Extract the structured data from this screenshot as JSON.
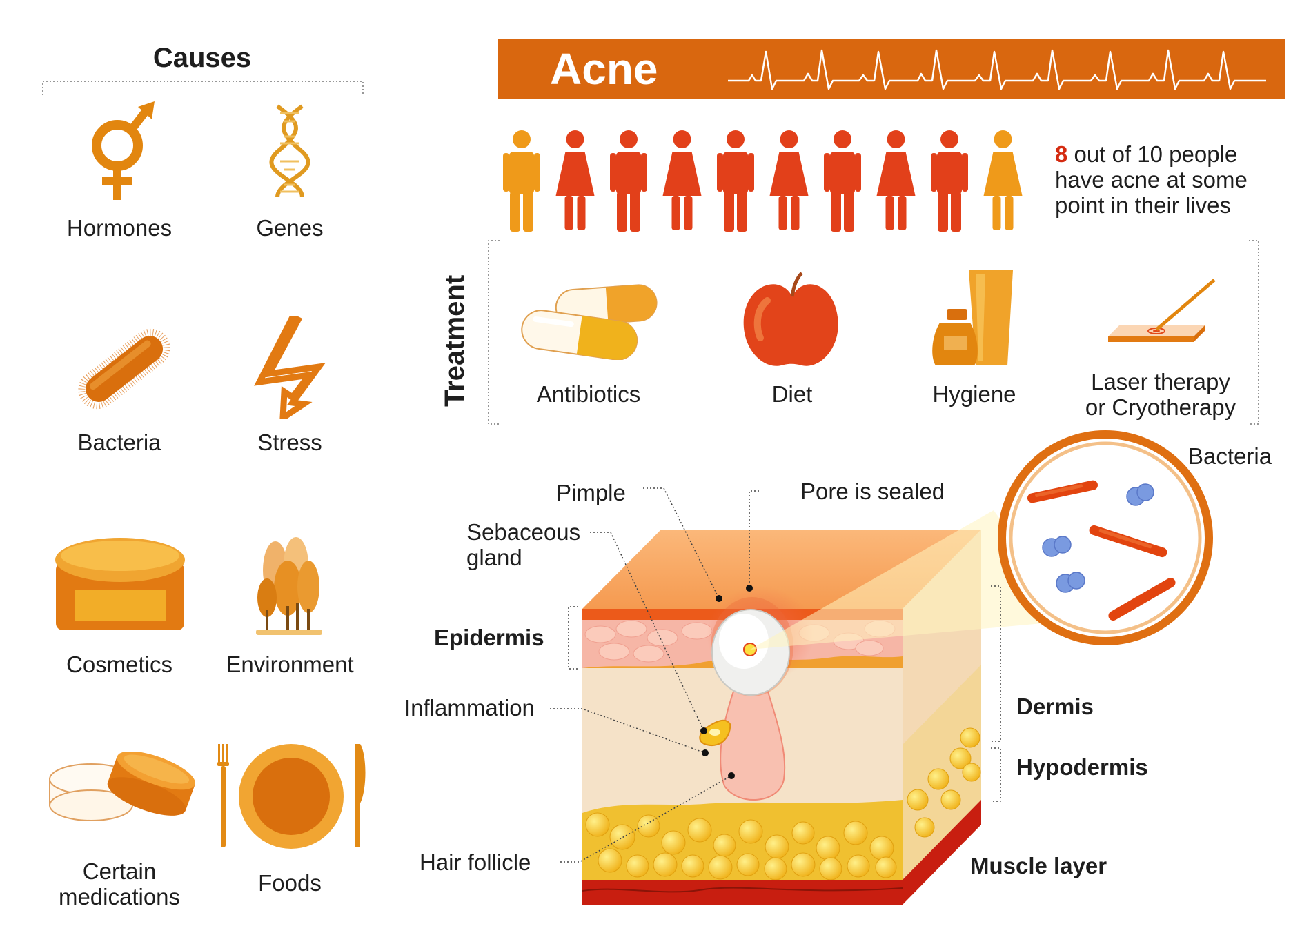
{
  "causes": {
    "heading": "Causes",
    "items": [
      {
        "label": "Hormones",
        "icon": "gender-symbol-icon"
      },
      {
        "label": "Genes",
        "icon": "dna-icon"
      },
      {
        "label": "Bacteria",
        "icon": "bacterium-icon"
      },
      {
        "label": "Stress",
        "icon": "lightning-icon"
      },
      {
        "label": "Cosmetics",
        "icon": "cosmetic-jar-icon"
      },
      {
        "label": "Environment",
        "icon": "trees-icon"
      },
      {
        "label": "Certain medications",
        "label_line1": "Certain",
        "label_line2": "medications",
        "icon": "pill-box-icon"
      },
      {
        "label": "Foods",
        "icon": "plate-cutlery-icon"
      }
    ]
  },
  "header": {
    "title": "Acne"
  },
  "statistic": {
    "number": "8",
    "text": "out of 10 people have acne at some point in their lives",
    "people_total": 10,
    "people_highlighted": 8
  },
  "treatment": {
    "heading": "Treatment",
    "items": [
      {
        "label": "Antibiotics",
        "icon": "capsules-icon"
      },
      {
        "label": "Diet",
        "icon": "apple-icon"
      },
      {
        "label": "Hygiene",
        "icon": "cleanser-bottles-icon"
      },
      {
        "label": "Laser therapy or Cryotherapy",
        "label_line1": "Laser therapy",
        "label_line2": "or Cryotherapy",
        "icon": "laser-icon"
      }
    ]
  },
  "skin_diagram": {
    "labels": {
      "pimple": "Pimple",
      "pore": "Pore is sealed",
      "sebaceous_line1": "Sebaceous",
      "sebaceous_line2": "gland",
      "epidermis": "Epidermis",
      "inflammation": "Inflammation",
      "hair_follicle": "Hair follicle",
      "dermis": "Dermis",
      "hypodermis": "Hypodermis",
      "muscle": "Muscle layer",
      "bacteria": "Bacteria"
    }
  },
  "colors": {
    "accent": "#d9670f",
    "icon_orange": "#e27a12",
    "person_red": "#e2401a",
    "person_orange": "#ef9a1a",
    "highlight_red": "#d42a10"
  }
}
